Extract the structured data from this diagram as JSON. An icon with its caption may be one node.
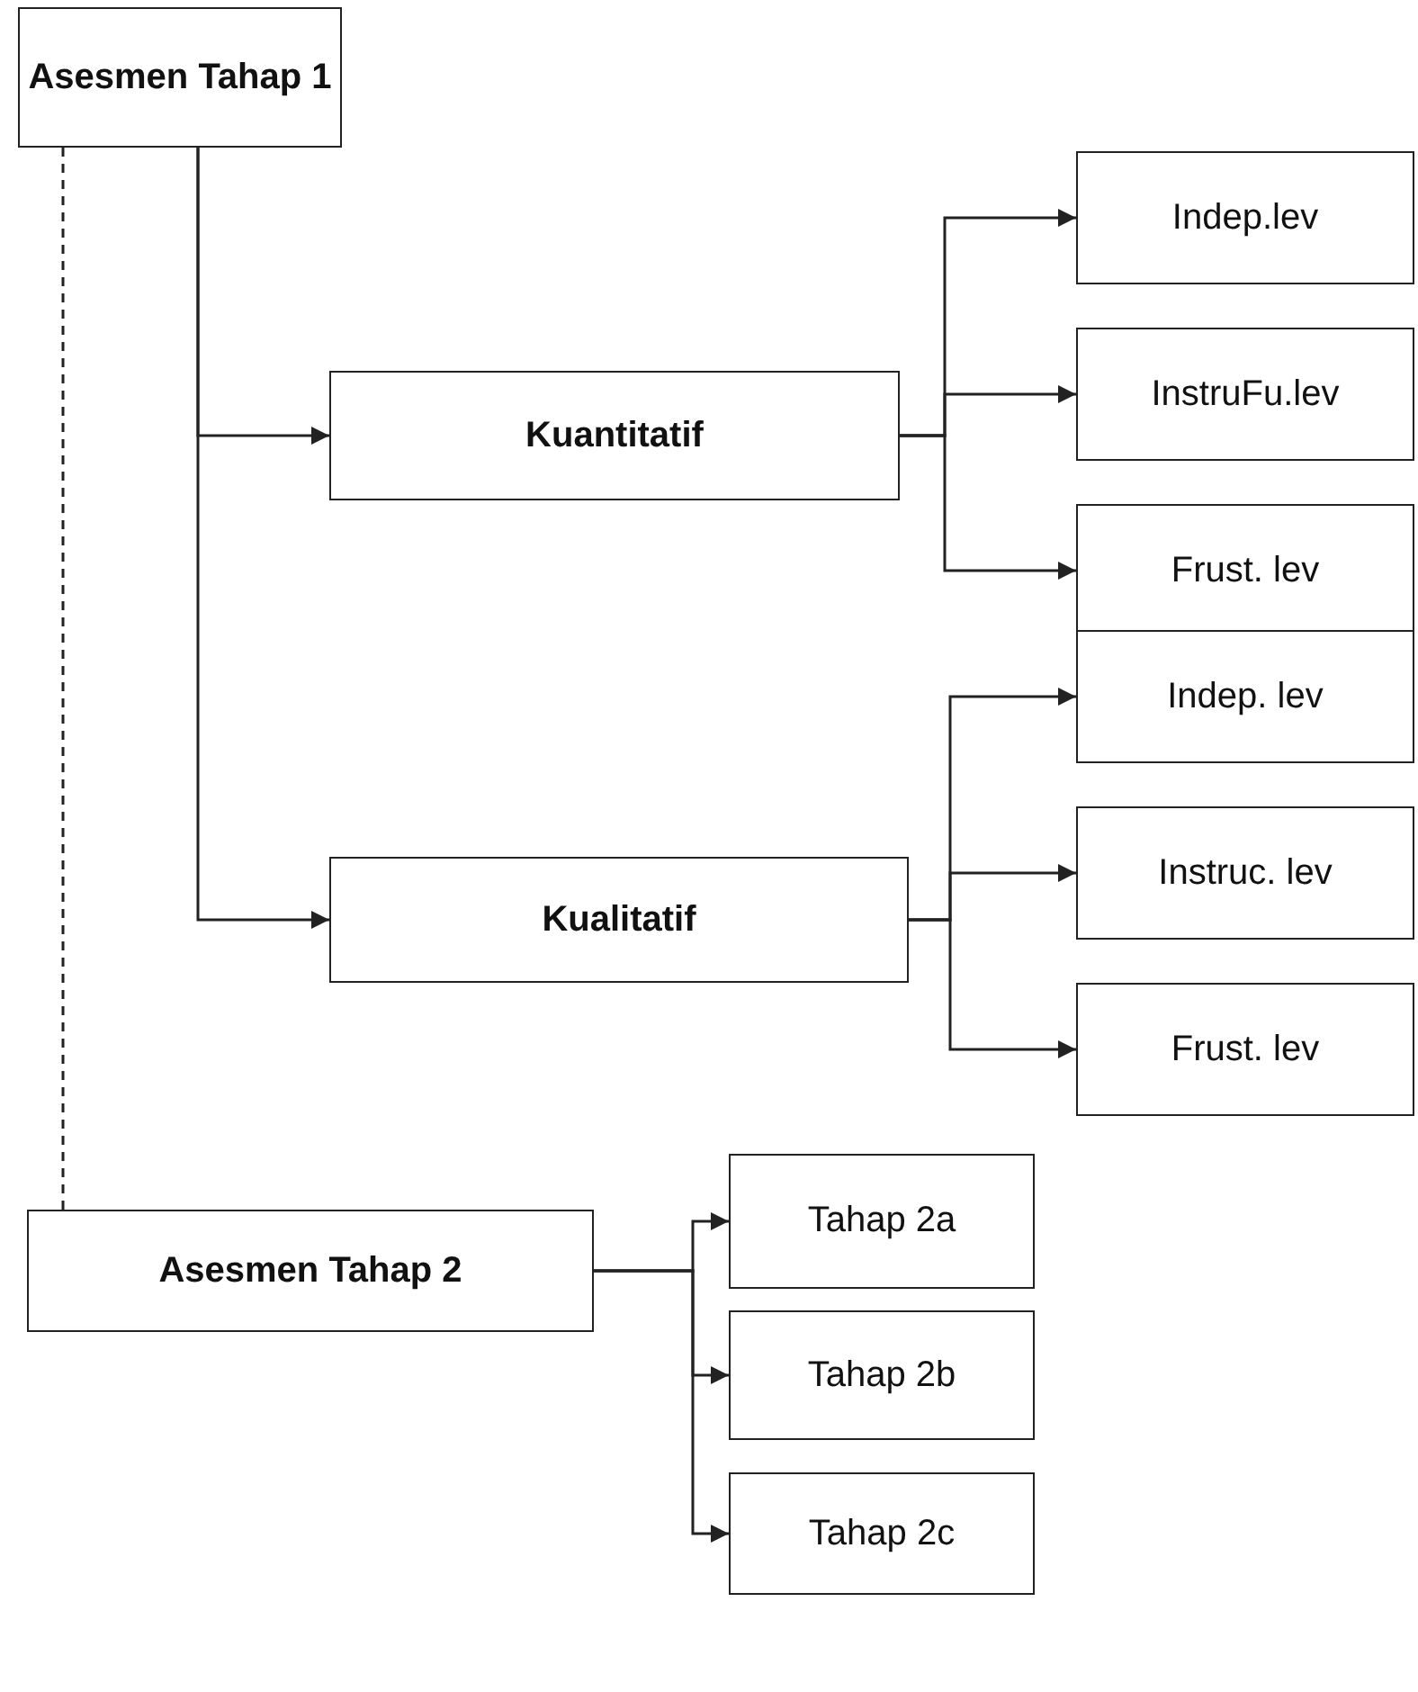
{
  "diagram": {
    "nodes": [
      {
        "text": [
          "Asesmen Tahap 1"
        ]
      },
      {
        "text": [
          "Kuantitatif"
        ]
      },
      {
        "text": [
          "Kualitatif"
        ]
      },
      {
        "text": [
          "Indep.lev"
        ]
      },
      {
        "text": [
          "InstruFu.lev"
        ]
      },
      {
        "text": [
          "Frust. lev"
        ]
      },
      {
        "text": [
          "Indep. lev"
        ]
      },
      {
        "text": [
          "Instruc. lev"
        ]
      },
      {
        "text": [
          "Frust. lev"
        ]
      },
      {
        "text": [
          "Asesmen Tahap 2"
        ]
      },
      {
        "text": [
          "Tahap 2a"
        ]
      },
      {
        "text": [
          "Tahap 2b"
        ]
      },
      {
        "text": [
          "Tahap 2c"
        ]
      }
    ],
    "edges": [
      {
        "from": 0,
        "to": 1,
        "arrow": "to"
      },
      {
        "from": 0,
        "to": 2,
        "arrow": "to"
      },
      {
        "from": 1,
        "to": 3,
        "arrow": "to"
      },
      {
        "from": 1,
        "to": 4,
        "arrow": "to"
      },
      {
        "from": 1,
        "to": 5,
        "arrow": "to"
      },
      {
        "from": 2,
        "to": 6,
        "arrow": "to"
      },
      {
        "from": 2,
        "to": 7,
        "arrow": "to"
      },
      {
        "from": 2,
        "to": 8,
        "arrow": "to"
      },
      {
        "from": 9,
        "to": 10,
        "arrow": "to"
      },
      {
        "from": 9,
        "to": 11,
        "arrow": "to"
      },
      {
        "from": 9,
        "to": 12,
        "arrow": "to"
      },
      {
        "from": 0,
        "to": 9,
        "arrow": "none",
        "style": "dashed"
      }
    ]
  }
}
